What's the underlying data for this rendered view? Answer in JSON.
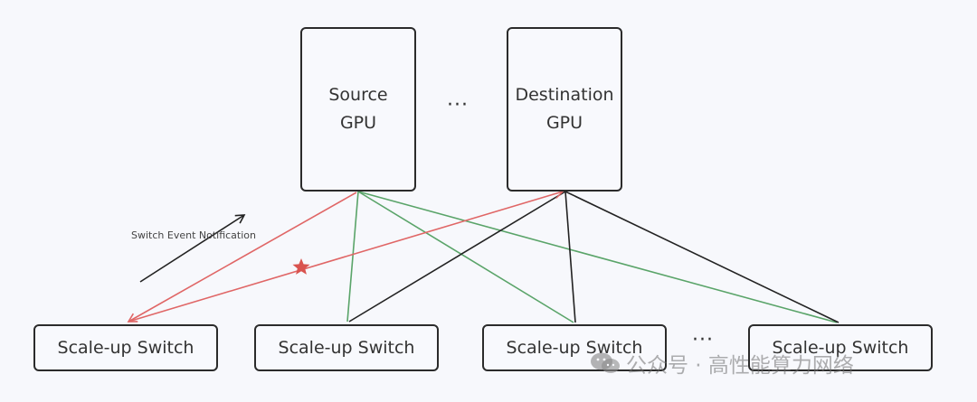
{
  "diagram": {
    "gpus": [
      {
        "id": "source",
        "line1": "Source",
        "line2": "GPU"
      },
      {
        "id": "destination",
        "line1": "Destination",
        "line2": "GPU"
      }
    ],
    "gpu_ellipsis": "···",
    "switches": [
      {
        "label": "Scale-up Switch"
      },
      {
        "label": "Scale-up Switch"
      },
      {
        "label": "Scale-up Switch"
      },
      {
        "label": "Scale-up Switch"
      }
    ],
    "switch_ellipsis": "···",
    "notification_label": "Switch Event Notification",
    "colors": {
      "failure_path": "#e06666",
      "source_links": "#5aa469",
      "destination_links": "#222222",
      "star": "#d9534f"
    }
  },
  "watermark": {
    "text": "公众号 · 高性能算力网络",
    "icon": "wechat-icon"
  }
}
